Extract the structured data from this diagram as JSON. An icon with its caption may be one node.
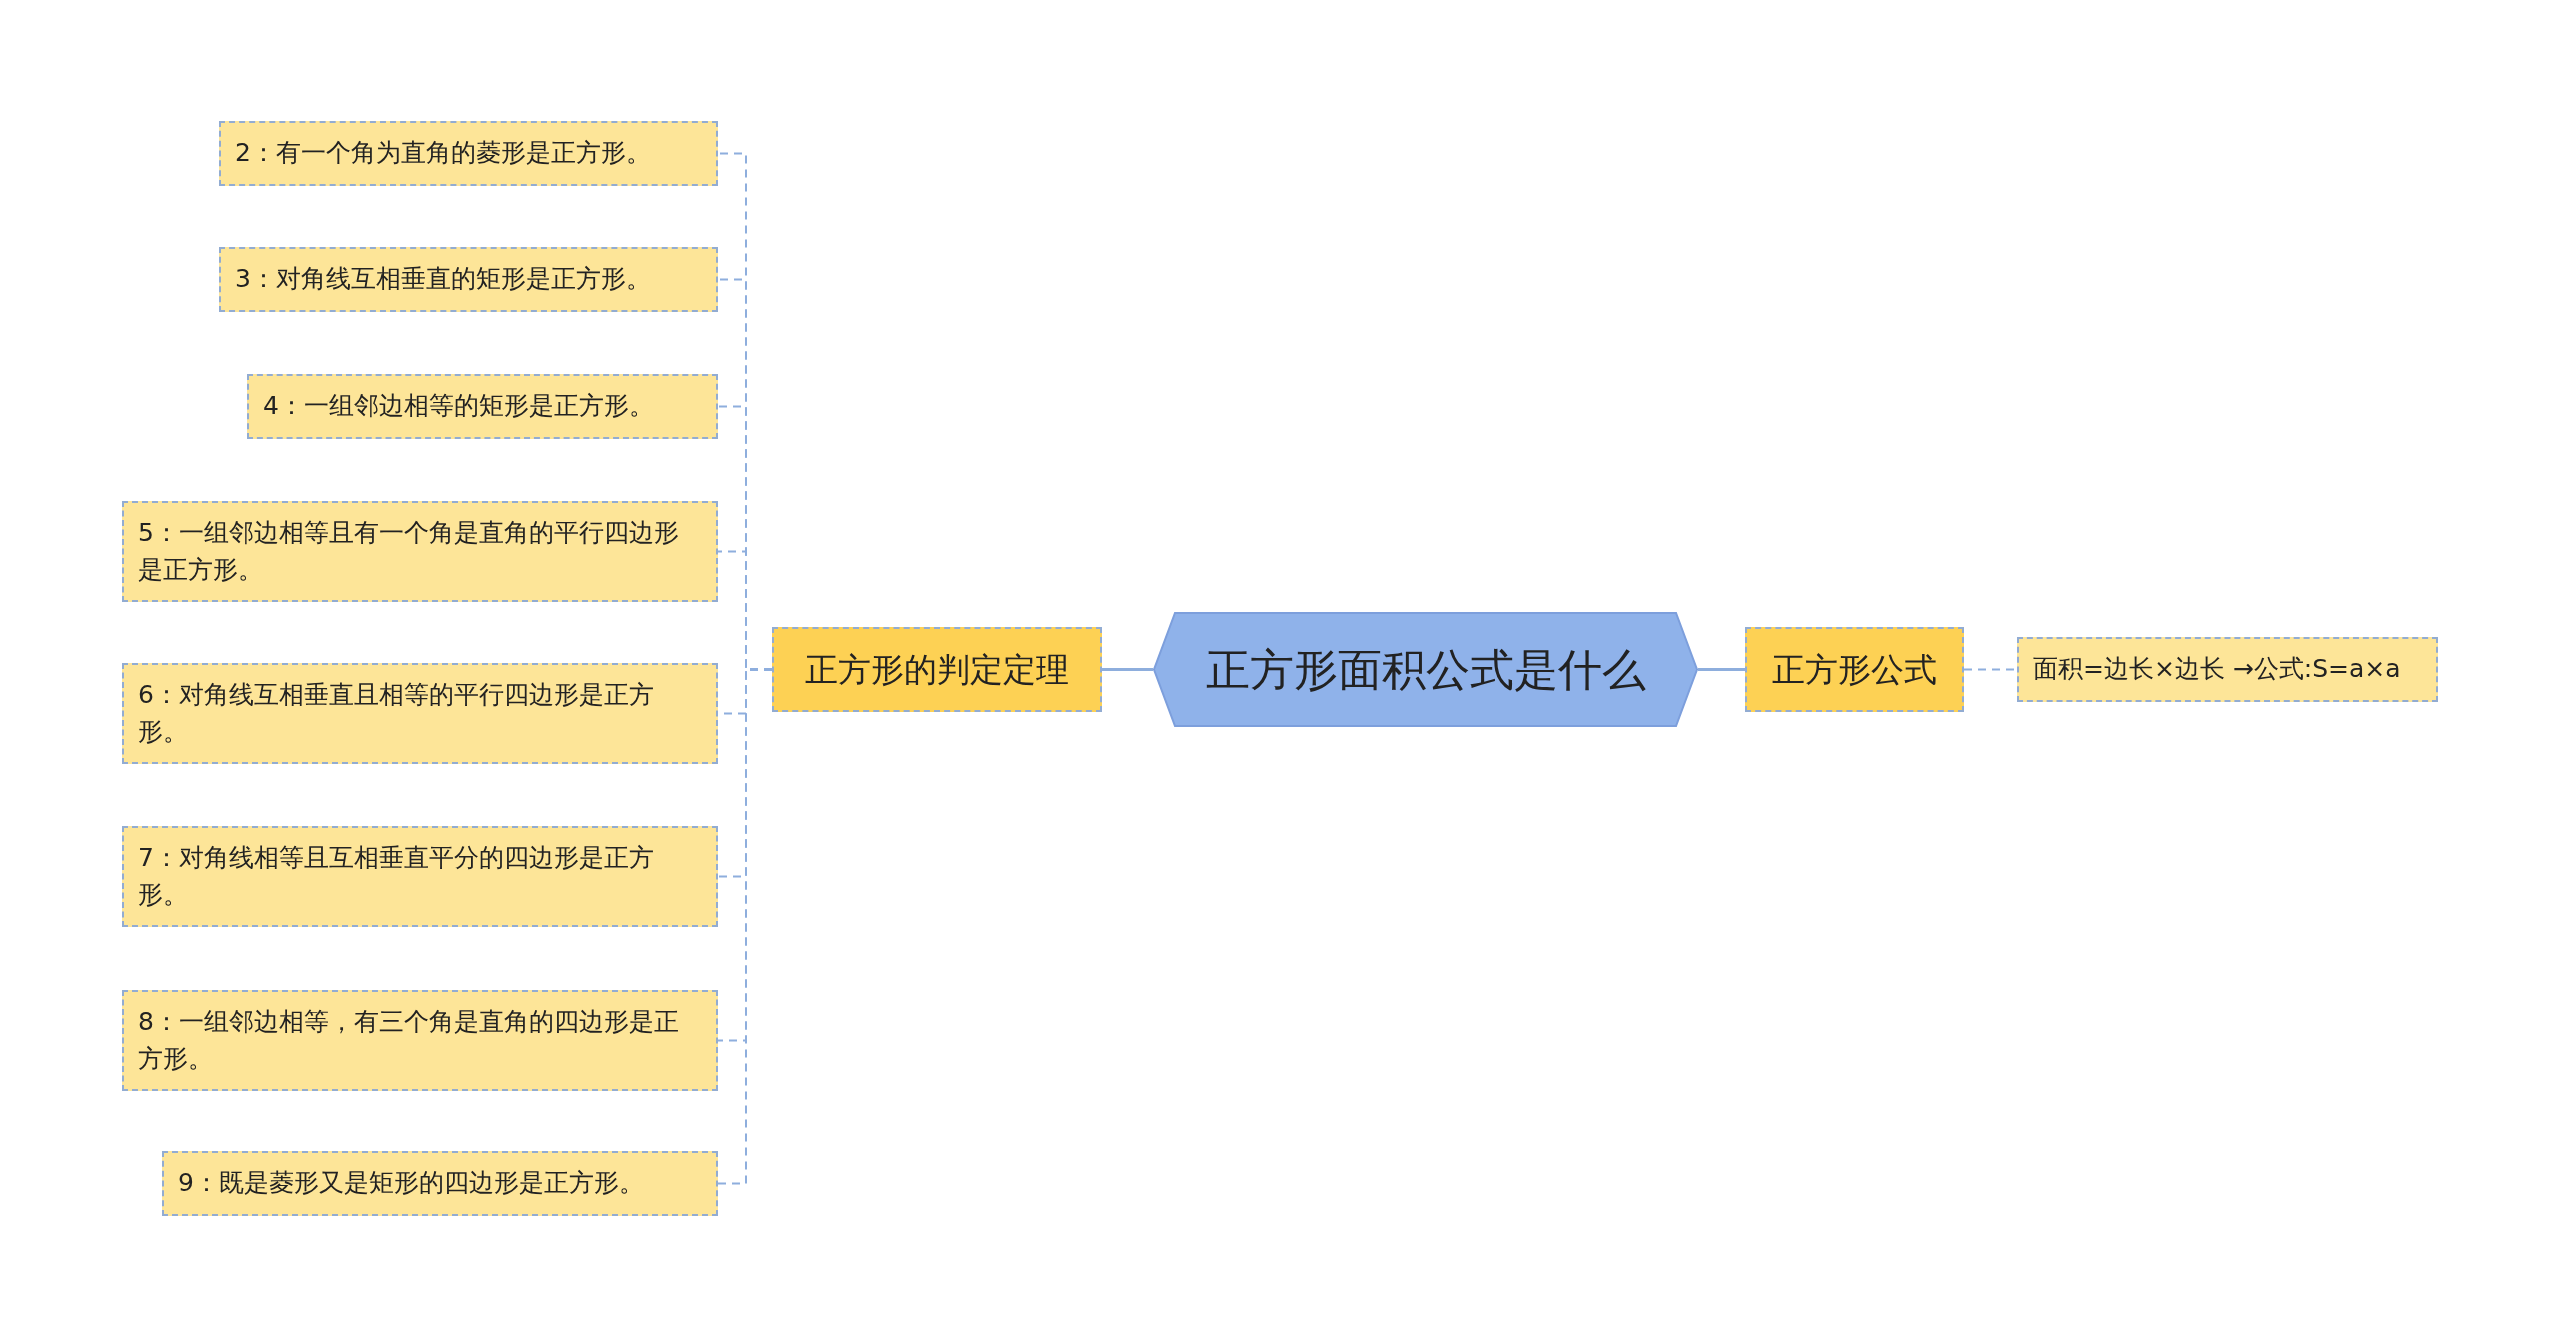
{
  "diagram": {
    "nodes": [
      {
        "text": [
          "正方形面积公式是什么"
        ]
      },
      {
        "text": [
          "正方形的判定定理"
        ]
      },
      {
        "text": [
          "2：有一个角为直角的菱形是正方形。"
        ]
      },
      {
        "text": [
          "3：对角线互相垂直的矩形是正方形。"
        ]
      },
      {
        "text": [
          "4：一组邻边相等的矩形是正方形。"
        ]
      },
      {
        "text": [
          "5：一组邻边相等且有一个角是直角的平行四边形是正方形。"
        ]
      },
      {
        "text": [
          "6：对角线互相垂直且相等的平行四边形是正方形。"
        ]
      },
      {
        "text": [
          "7：对角线相等且互相垂直平分的四边形是正方形。"
        ]
      },
      {
        "text": [
          "8：一组邻边相等，有三个角是直角的四边形是正方形。"
        ]
      },
      {
        "text": [
          "9：既是菱形又是矩形的四边形是正方形。"
        ]
      },
      {
        "text": [
          "正方形公式"
        ]
      },
      {
        "text": [
          "面积=边长×边长 →公式:S=a×a"
        ]
      }
    ],
    "edges": [
      {
        "from": 0,
        "to": 1,
        "arrow": "none"
      },
      {
        "from": 1,
        "to": 2,
        "arrow": "none",
        "style": "dashed"
      },
      {
        "from": 1,
        "to": 3,
        "arrow": "none",
        "style": "dashed"
      },
      {
        "from": 1,
        "to": 4,
        "arrow": "none",
        "style": "dashed"
      },
      {
        "from": 1,
        "to": 5,
        "arrow": "none",
        "style": "dashed"
      },
      {
        "from": 1,
        "to": 6,
        "arrow": "none",
        "style": "dashed"
      },
      {
        "from": 1,
        "to": 7,
        "arrow": "none",
        "style": "dashed"
      },
      {
        "from": 1,
        "to": 8,
        "arrow": "none",
        "style": "dashed"
      },
      {
        "from": 1,
        "to": 9,
        "arrow": "none",
        "style": "dashed"
      },
      {
        "from": 0,
        "to": 10,
        "arrow": "none"
      },
      {
        "from": 10,
        "to": 11,
        "arrow": "none",
        "style": "dashed"
      }
    ]
  }
}
